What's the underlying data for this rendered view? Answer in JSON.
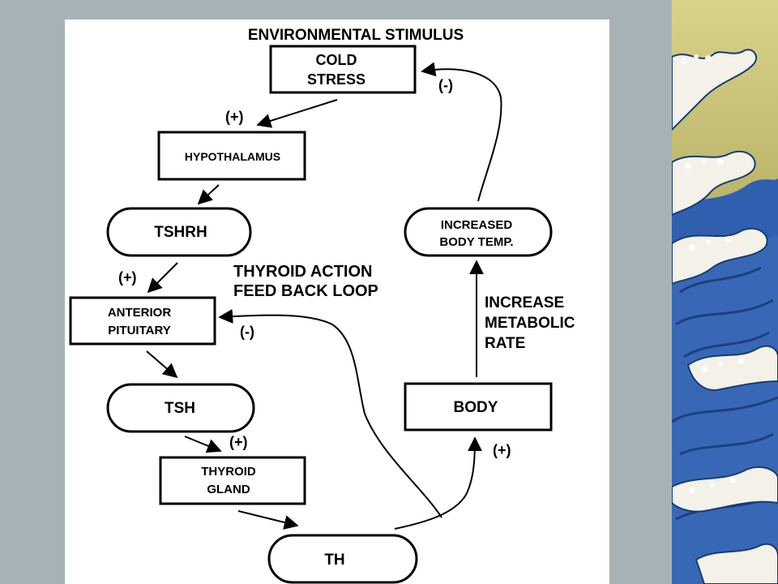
{
  "title": "ENVIRONMENTAL STIMULUS",
  "diagram_title": [
    "THYROID ACTION",
    "FEED BACK LOOP"
  ],
  "nodes": {
    "cold_stress": [
      "COLD",
      "STRESS"
    ],
    "hypothalamus": [
      "HYPOTHALAMUS"
    ],
    "tshrh": [
      "TSHRH"
    ],
    "anterior_pituitary": [
      "ANTERIOR",
      "PITUITARY"
    ],
    "tsh": [
      "TSH"
    ],
    "thyroid_gland": [
      "THYROID",
      "GLAND"
    ],
    "th": [
      "TH"
    ],
    "body": [
      "BODY"
    ],
    "increased_body_temp": [
      "INCREASED",
      "BODY TEMP."
    ]
  },
  "edge_labels": {
    "cold_to_hypo": "(+)",
    "tshrh_to_pituitary": "(+)",
    "tsh_to_thyroid": "(+)",
    "th_to_body": "(+)",
    "th_to_pituitary": "(-)",
    "temp_to_cold": "(-)"
  },
  "metabolic_label": [
    "INCREASE",
    "METABOLIC",
    "RATE"
  ],
  "colors": {
    "background": "#a7b2b6",
    "panel": "#ffffff",
    "ink": "#000000",
    "wave_blue": "#2f5fae",
    "wave_sky": "#c9c57a"
  }
}
